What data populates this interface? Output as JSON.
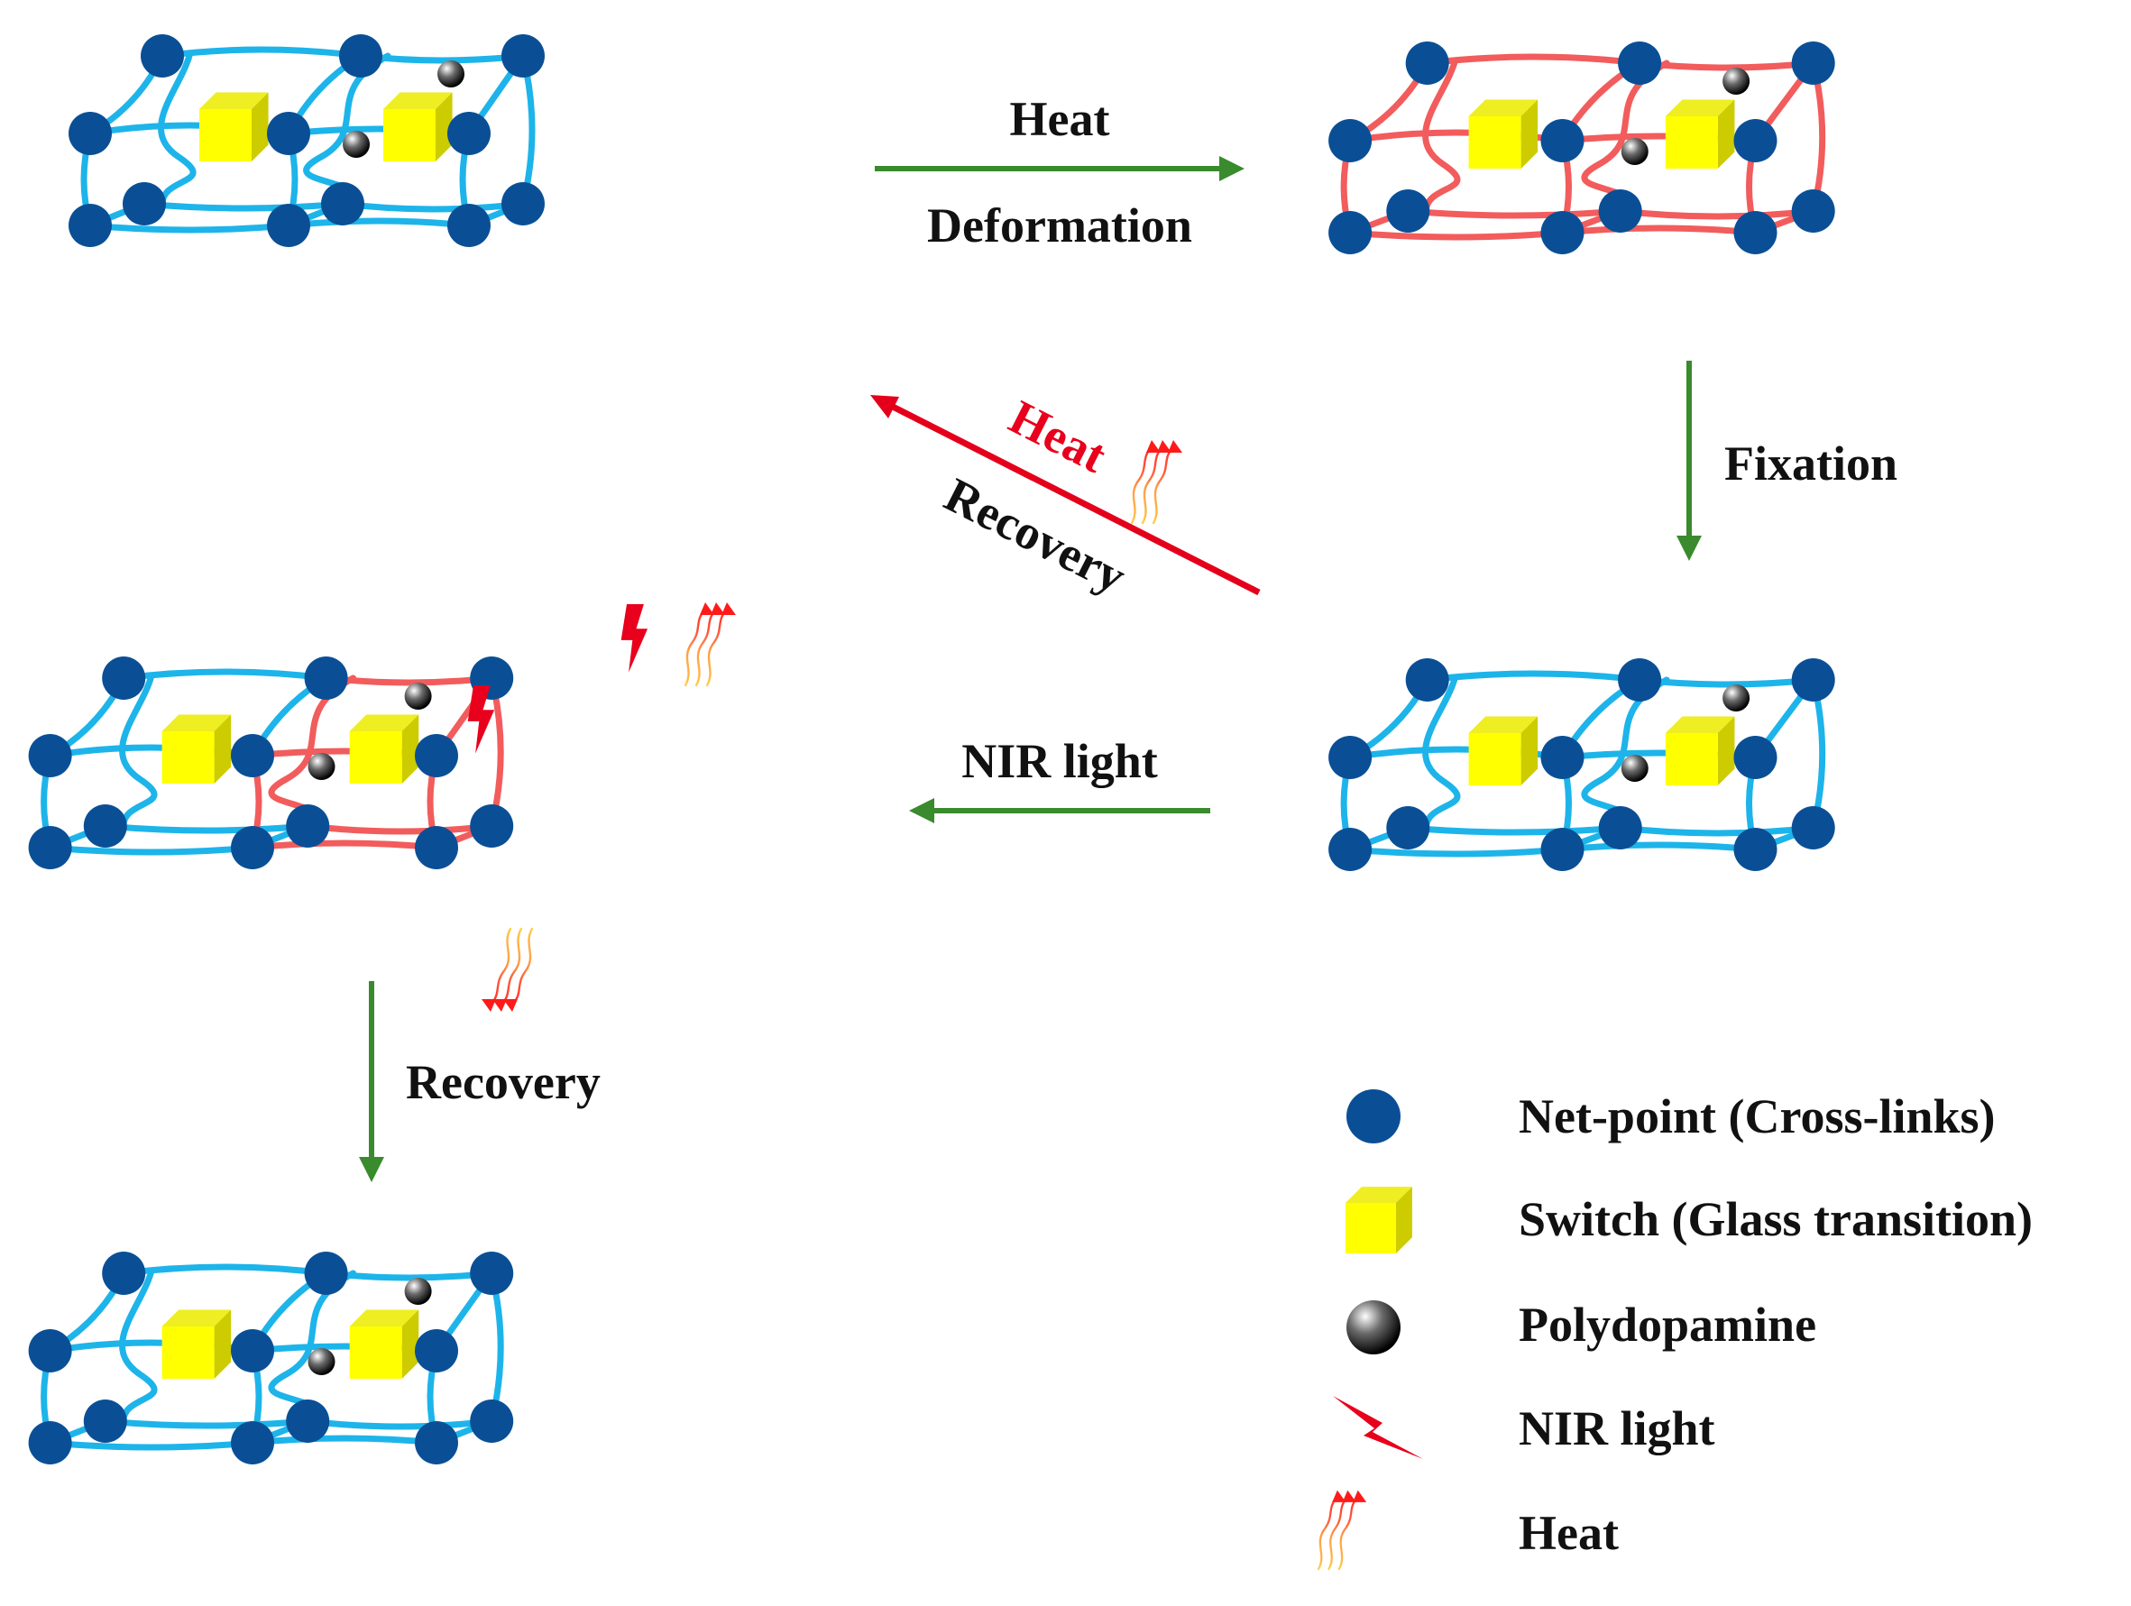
{
  "colors": {
    "relaxed_chain": "#1db4ea",
    "stretched_chain": "#f25c5c",
    "netpoint": "#0a4f96",
    "switch_front": "#ffff00",
    "switch_side": "#cccc00",
    "green_arrow": "#3a8a2e",
    "red_arrow": "#e4001b"
  },
  "networks": [
    {
      "name": "original-network",
      "state": "relaxed"
    },
    {
      "name": "deformed-network",
      "state": "stretched"
    },
    {
      "name": "fixed-network",
      "state": "relaxed"
    },
    {
      "name": "irradiated-network",
      "state": "partially-heated"
    },
    {
      "name": "recovered-network",
      "state": "relaxed"
    }
  ],
  "arrows": {
    "heat_deformation": {
      "top_label": "Heat",
      "bottom_label": "Deformation"
    },
    "fixation": {
      "label": "Fixation"
    },
    "nir": {
      "label": "NIR light"
    },
    "heat_recovery": {
      "top_label": "Heat",
      "bottom_label": "Recovery"
    },
    "recovery": {
      "label": "Recovery"
    }
  },
  "legend": [
    {
      "icon": "netpoint-icon",
      "label": "Net-point (Cross-links)"
    },
    {
      "icon": "switch-cube-icon",
      "label": "Switch (Glass transition)"
    },
    {
      "icon": "polydopamine-icon",
      "label": "Polydopamine"
    },
    {
      "icon": "nir-bolt-icon",
      "label": "NIR light"
    },
    {
      "icon": "heat-waves-icon",
      "label": "Heat"
    }
  ]
}
